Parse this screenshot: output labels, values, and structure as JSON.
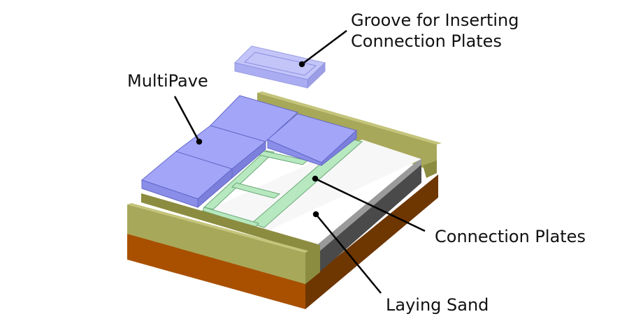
{
  "labels": {
    "groove": [
      "Groove for Inserting",
      "Connection Plates"
    ],
    "multipave": "MultiPave",
    "connection_plates": "Connection Plates",
    "laying_sand": "Laying Sand"
  },
  "colors": {
    "tile": "#a3a6f8",
    "channel": "#a8a85a",
    "base": "#a85000",
    "plate": "#b7e8bf",
    "sand": "#f7f7f7"
  }
}
